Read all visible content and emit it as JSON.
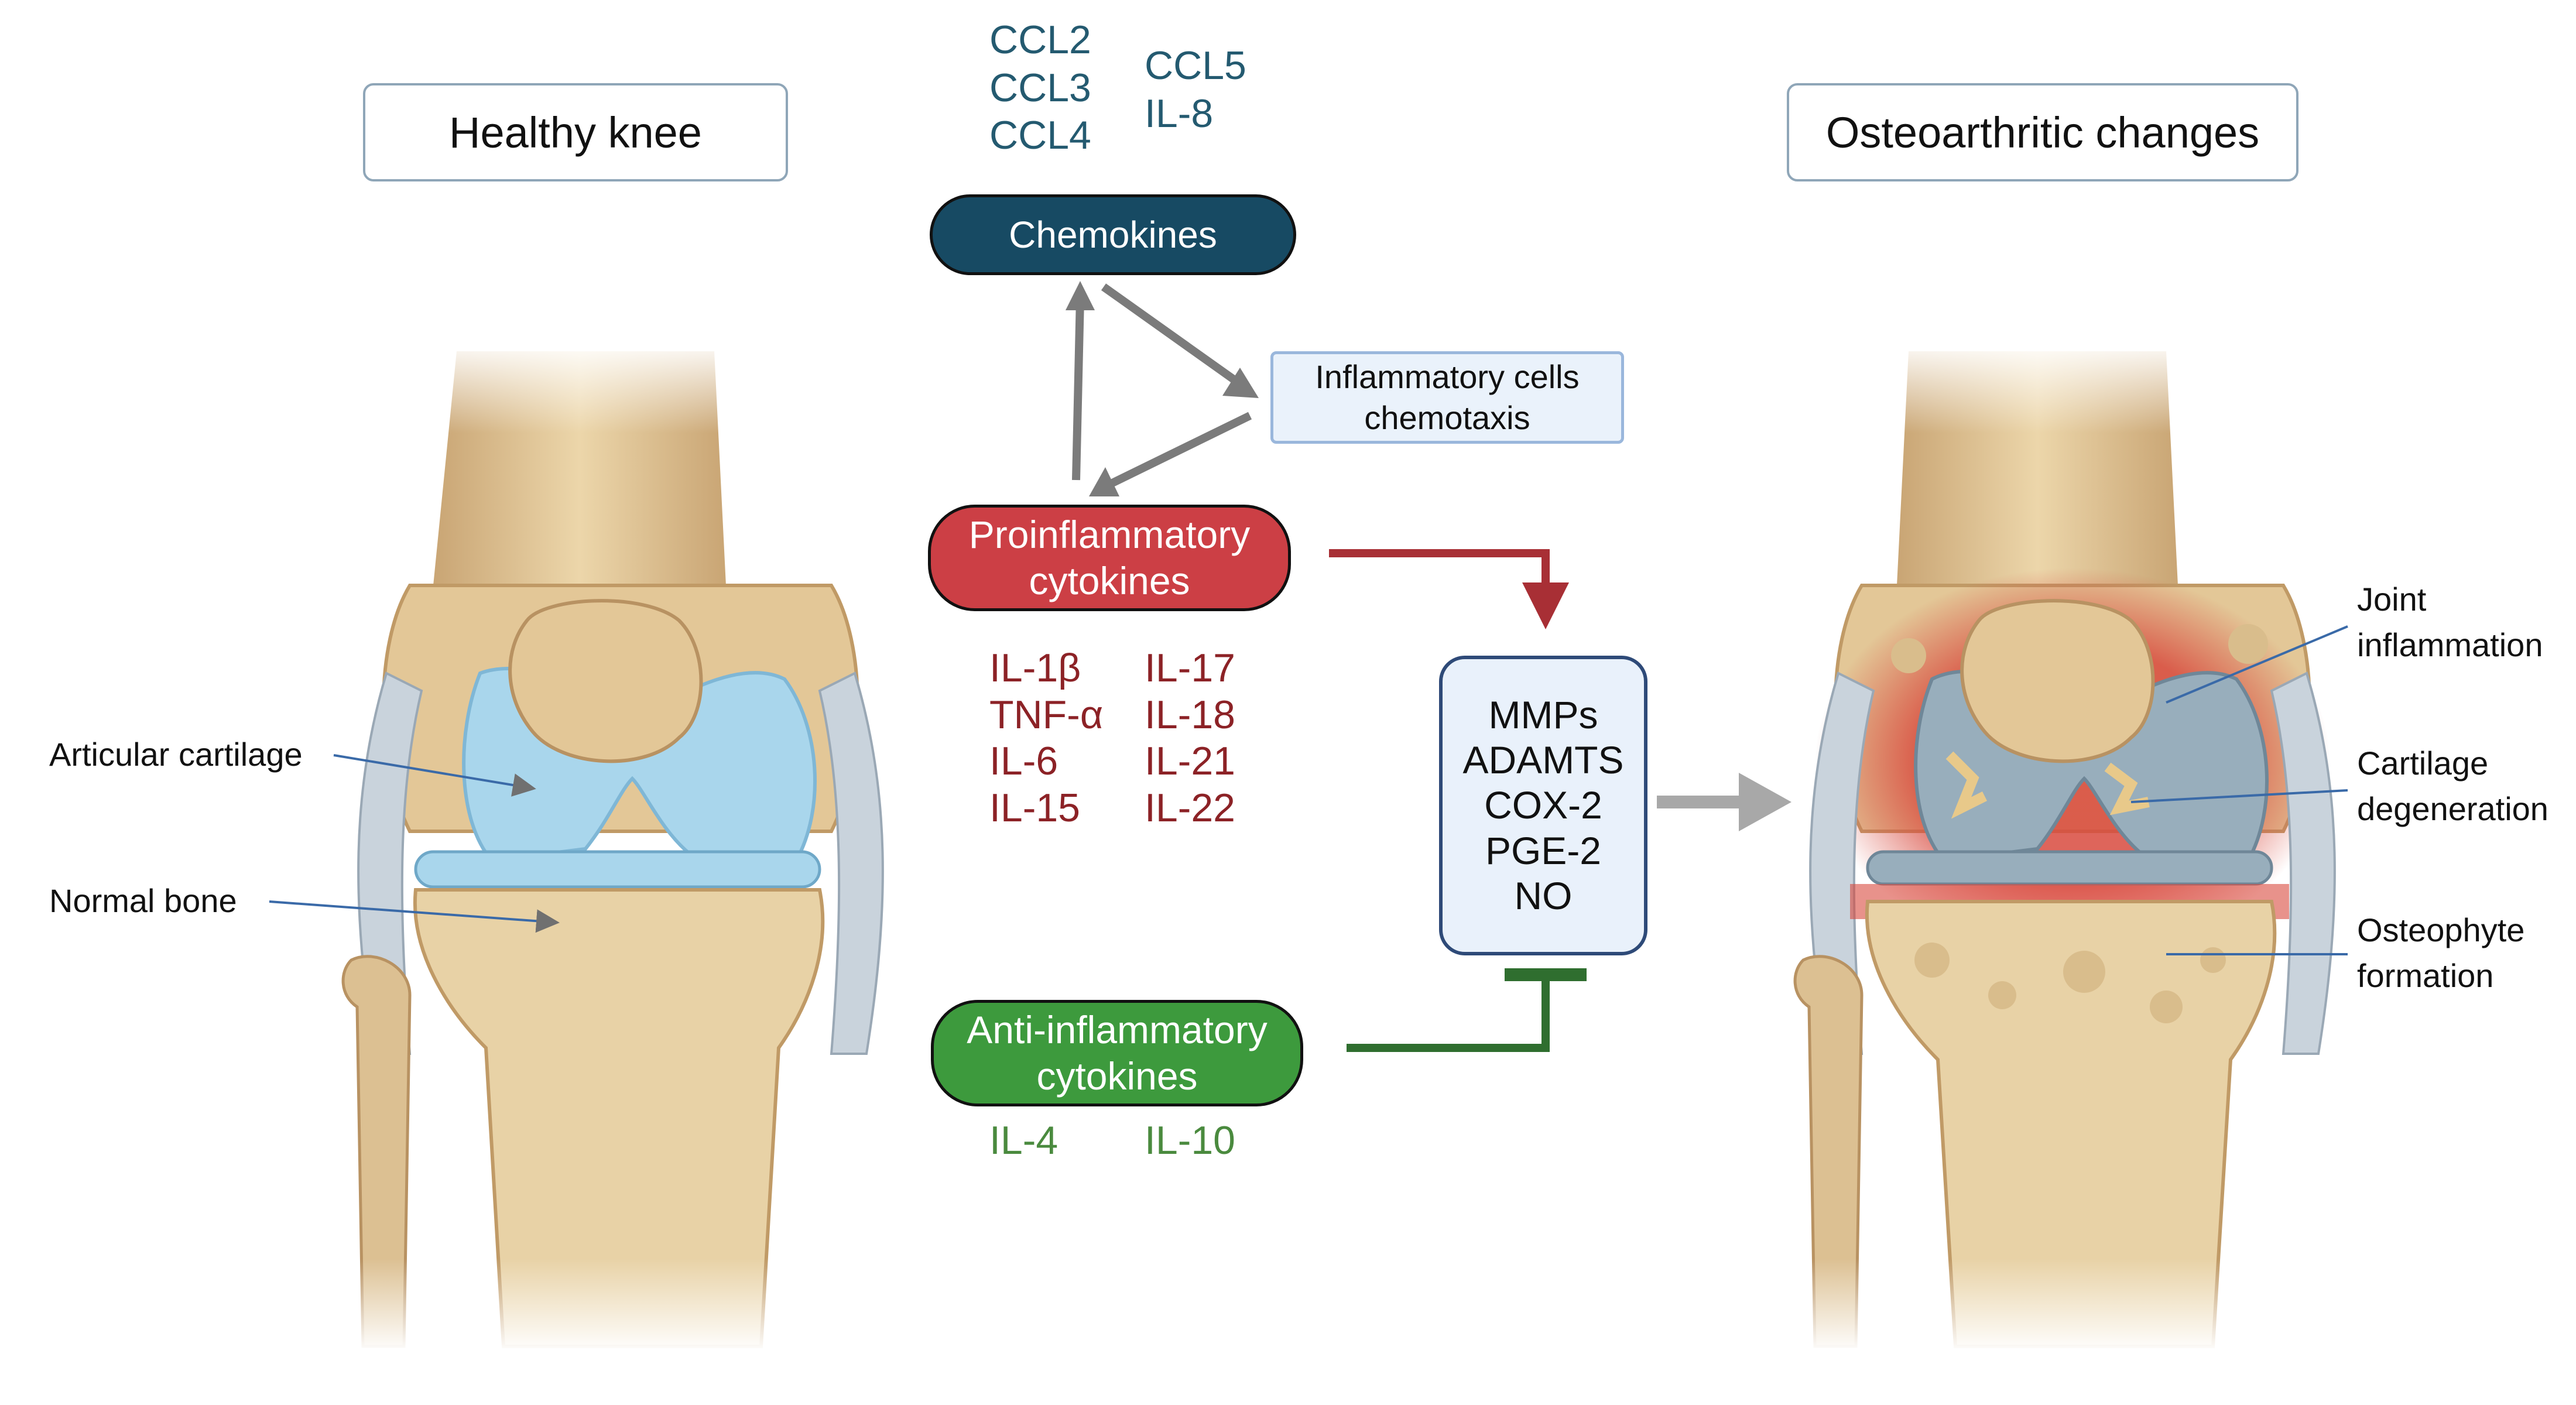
{
  "headers": {
    "left": "Healthy knee",
    "right": "Osteoarthritic changes"
  },
  "chemokines": {
    "label": "Chemokines",
    "list_left": [
      "CCL2",
      "CCL3",
      "CCL4"
    ],
    "list_right": [
      "CCL5",
      "IL-8"
    ]
  },
  "chemotaxis": {
    "lines": [
      "Inflammatory cells",
      "chemotaxis"
    ]
  },
  "proinflammatory": {
    "lines": [
      "Proinflammatory",
      "cytokines"
    ],
    "list_left": [
      "IL-1β",
      "TNF-α",
      "IL-6",
      "IL-15"
    ],
    "list_right": [
      "IL-17",
      "IL-18",
      "IL-21",
      "IL-22"
    ]
  },
  "mediators": {
    "items": [
      "MMPs",
      "ADAMTS",
      "COX-2",
      "PGE-2",
      "NO"
    ]
  },
  "antiinflammatory": {
    "lines": [
      "Anti-inflammatory",
      "cytokines"
    ],
    "list_left": [
      "IL-4"
    ],
    "list_right": [
      "IL-10"
    ]
  },
  "healthy_annotations": {
    "cartilage": "Articular cartilage",
    "bone": "Normal bone"
  },
  "oa_annotations": {
    "inflammation": [
      "Joint",
      "inflammation"
    ],
    "degeneration": [
      "Cartilage",
      "degeneration"
    ],
    "osteophyte": [
      "Osteophyte",
      "formation"
    ]
  },
  "colors": {
    "chemokine": "#174a63",
    "proinflammatory": "#cc3f45",
    "pro_text": "#8c2226",
    "antiinflammatory": "#3d9a3d",
    "anti_text": "#4a8a3e",
    "chemo_text": "#245a70",
    "bone": "#e8d2a6",
    "cartilage": "#a9d6ec"
  }
}
